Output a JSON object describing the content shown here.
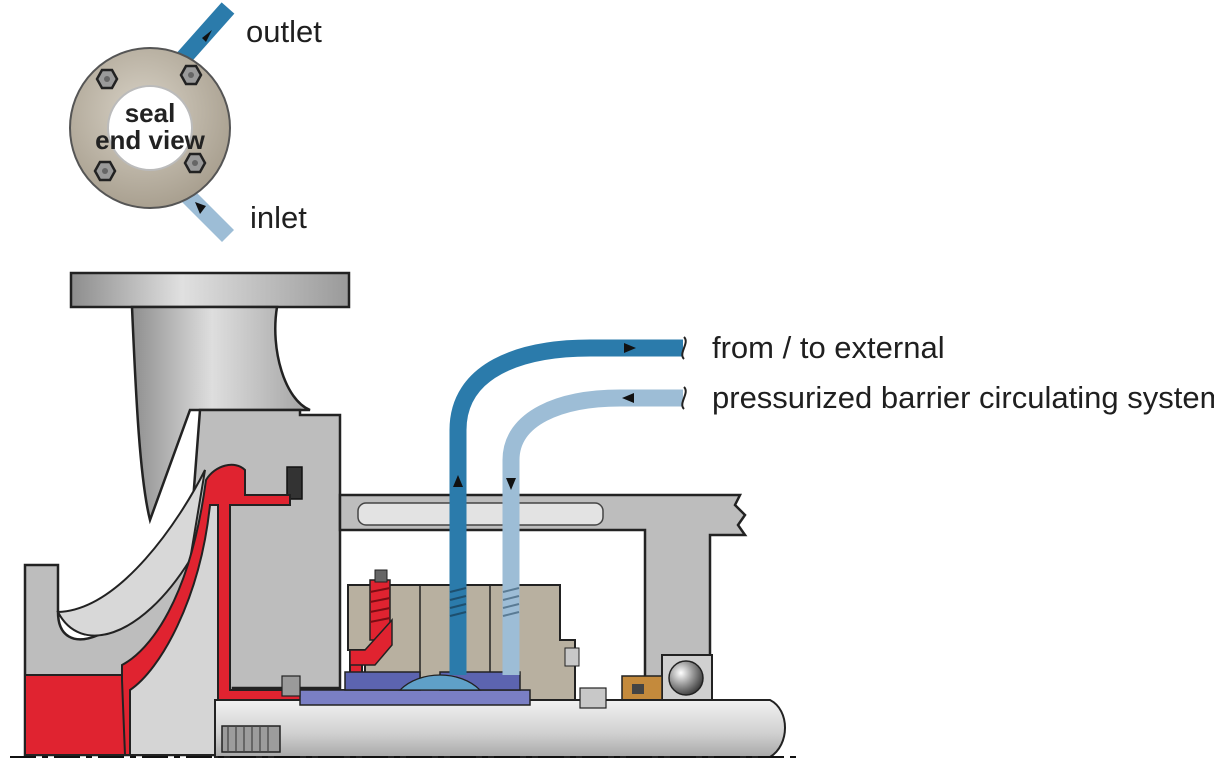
{
  "labels": {
    "outlet": "outlet",
    "inlet": "inlet",
    "seal_end_view_line1": "seal",
    "seal_end_view_line2": "end view",
    "external_line1": "from / to external",
    "external_line2": "pressurized barrier circulating system"
  },
  "colors": {
    "outlet_pipe": "#2b7bab",
    "inlet_pipe": "#9dbdd6",
    "casing_metal": "#bdbdbd",
    "wetted_red": "#e02330",
    "seal_face_tan": "#b8b0a0",
    "seal_blue": "#7a7fc4",
    "shaft_gray": "#d8d8d8"
  }
}
